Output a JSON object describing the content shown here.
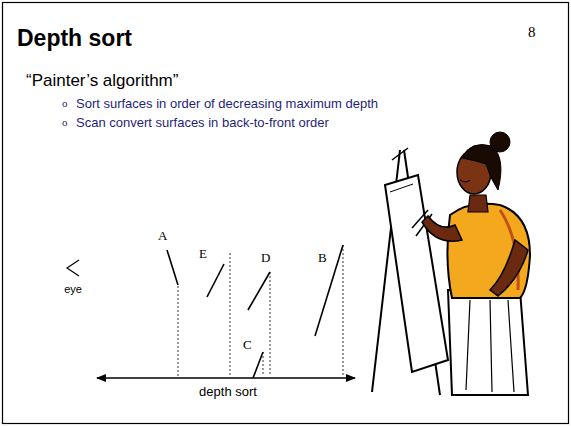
{
  "diagram": {
    "title": "Depth sort",
    "labels": [
      "8",
      "“Painter’s algorithm”",
      "o",
      "Sort surfaces in order of decreasing maximum depth",
      "o",
      "Scan convert surfaces in back-to-front order",
      "A",
      "E",
      "D",
      "B",
      "C",
      "eye",
      "depth sort"
    ]
  }
}
